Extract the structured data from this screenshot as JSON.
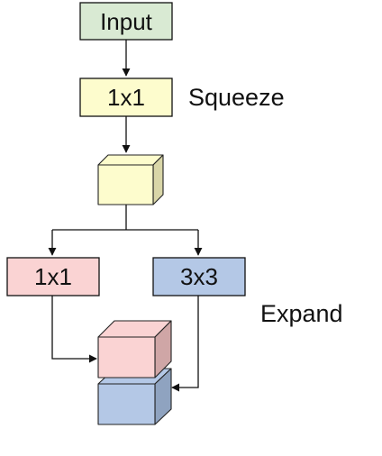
{
  "nodes": {
    "input": {
      "label": "Input",
      "fill": "#d9ead3"
    },
    "squeeze_conv": {
      "label": "1x1",
      "fill": "#fdfccd"
    },
    "expand_1x1": {
      "label": "1x1",
      "fill": "#fad3d3"
    },
    "expand_3x3": {
      "label": "3x3",
      "fill": "#b4c8e6"
    }
  },
  "labels": {
    "squeeze": "Squeeze",
    "expand": "Expand"
  },
  "cubes": {
    "squeeze_output": {
      "front": "#fdfccd",
      "top": "#fdfccd",
      "side": "#d9d6a8"
    },
    "expand_1x1_output": {
      "front": "#fad3d3",
      "top": "#fad3d3",
      "side": "#cfa6a6"
    },
    "expand_3x3_output": {
      "front": "#b4c8e6",
      "top": "#b4c8e6",
      "side": "#8fa3c0"
    }
  },
  "colors": {
    "stroke": "#111111"
  }
}
